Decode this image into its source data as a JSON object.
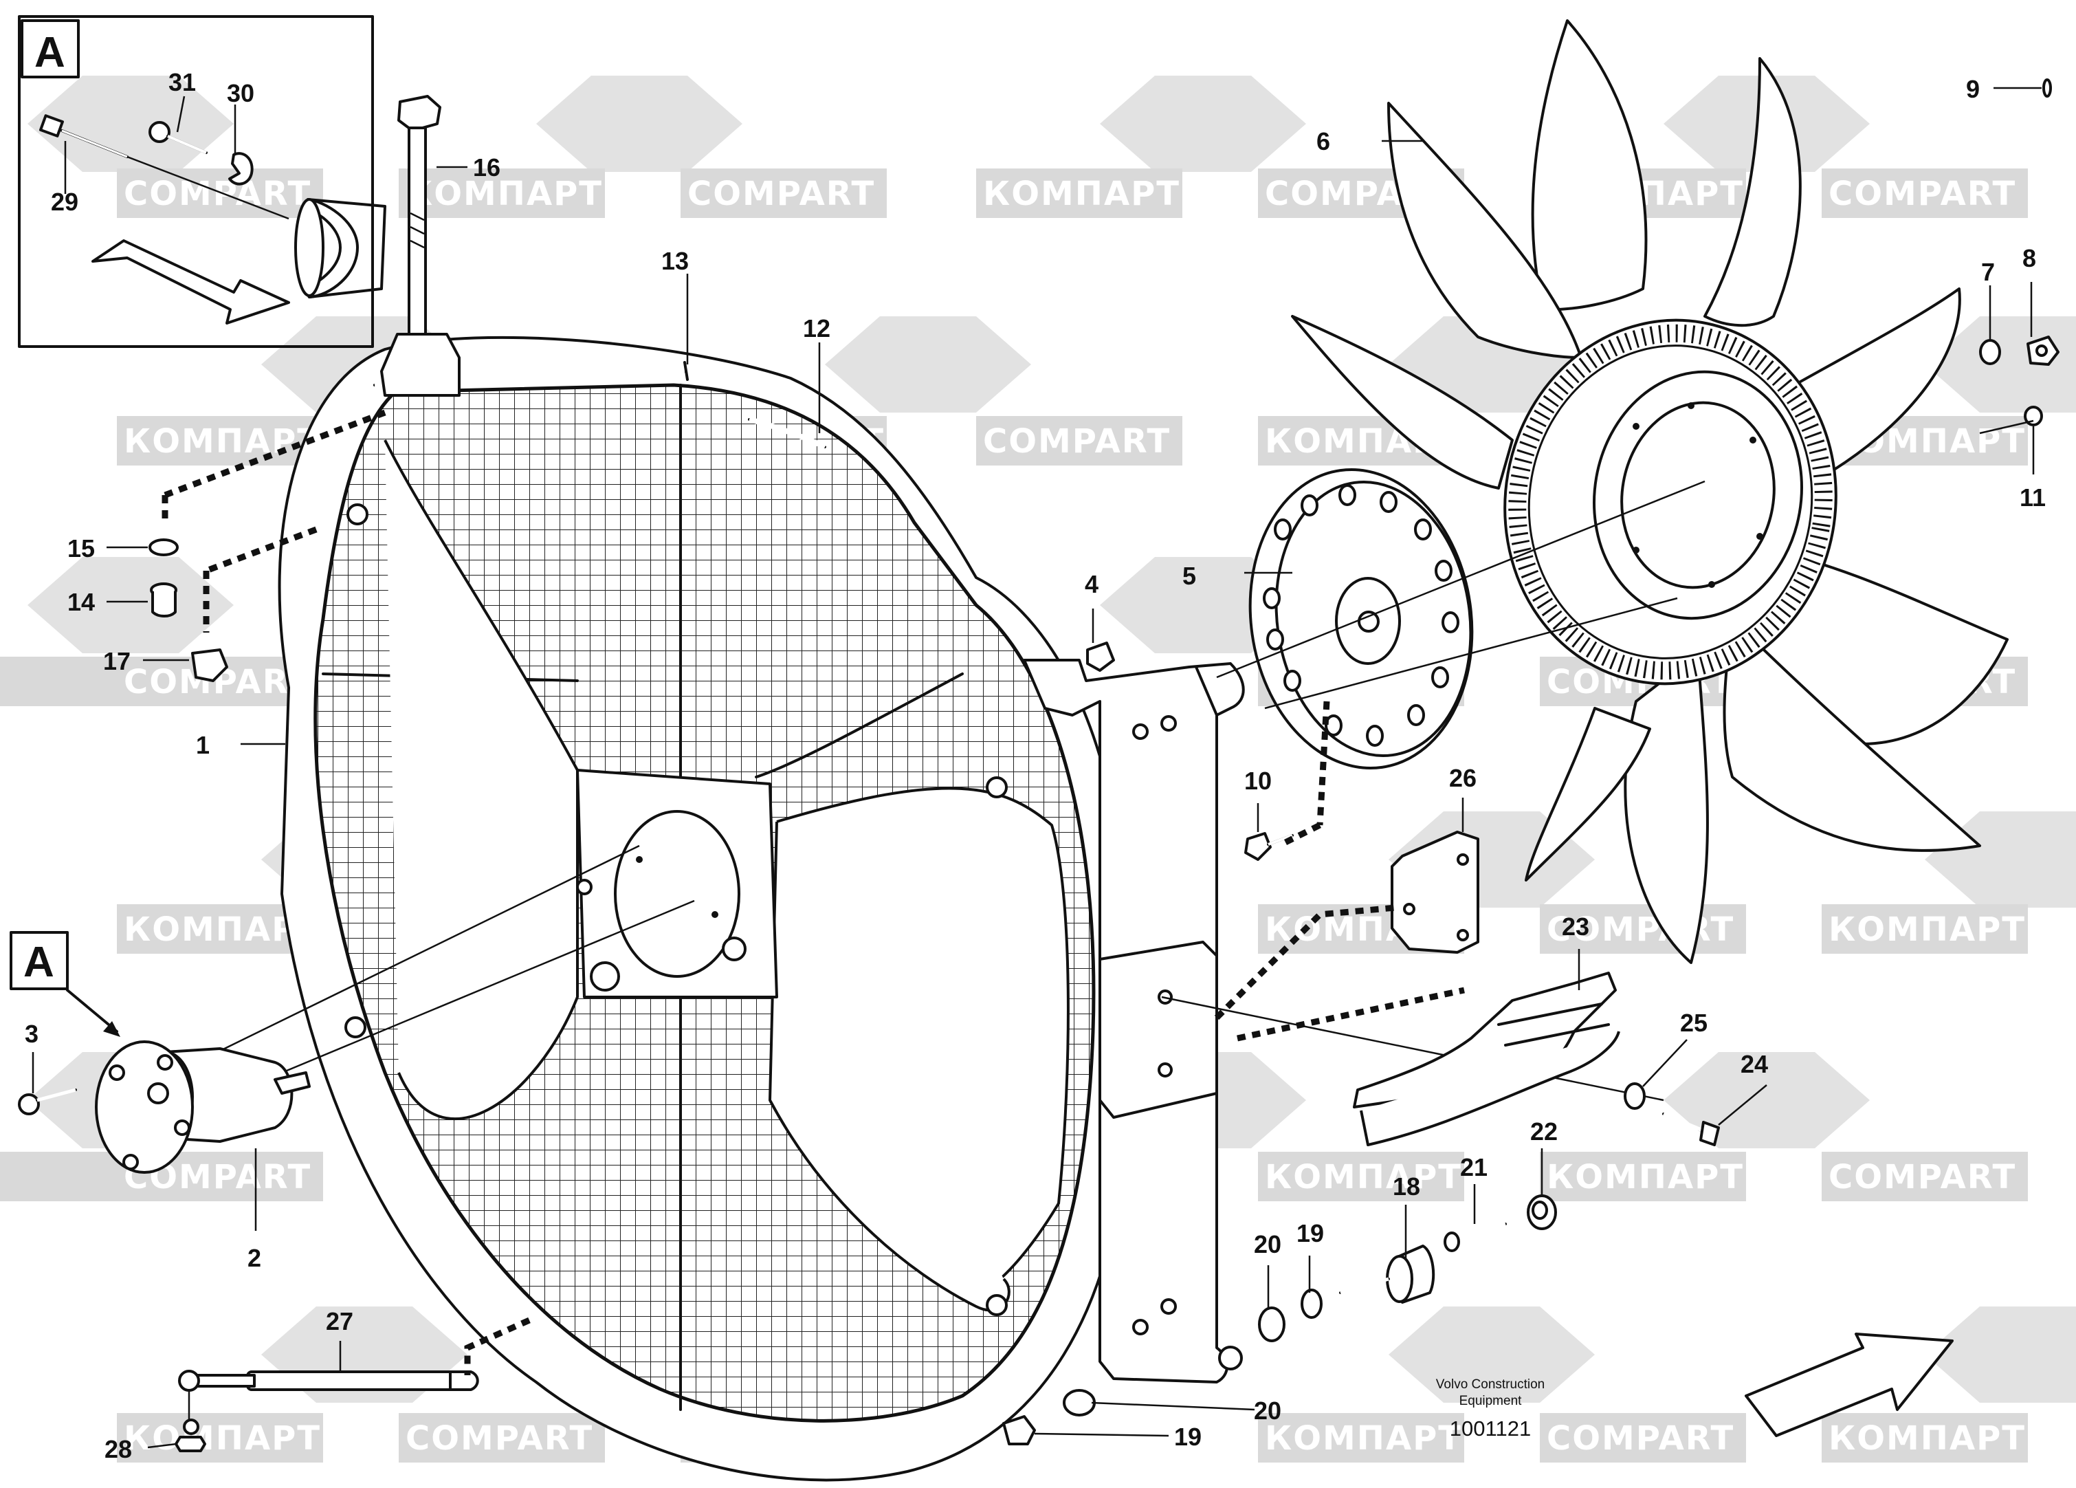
{
  "diagram": {
    "subject": "Radiator fan assembly with shroud, fan hub and mounting hardware",
    "callouts": [
      "1",
      "2",
      "3",
      "4",
      "5",
      "6",
      "7",
      "8",
      "9",
      "10",
      "11",
      "12",
      "13",
      "14",
      "15",
      "16",
      "17",
      "18",
      "19",
      "20",
      "21",
      "22",
      "23",
      "24",
      "25",
      "26",
      "27",
      "28",
      "29",
      "30",
      "31"
    ],
    "detail_label": "A",
    "detail_reference_label": "A",
    "footer": {
      "line1": "Volvo Construction",
      "line2": "Equipment",
      "drawing_number": "1001121"
    }
  },
  "watermark": {
    "text_latin": "COMPART",
    "text_cyrillic": "КОМПАРТ",
    "color": "#d9d9d9"
  },
  "colors": {
    "line": "#111111",
    "background": "#ffffff",
    "watermark": "#d9d9d9"
  }
}
